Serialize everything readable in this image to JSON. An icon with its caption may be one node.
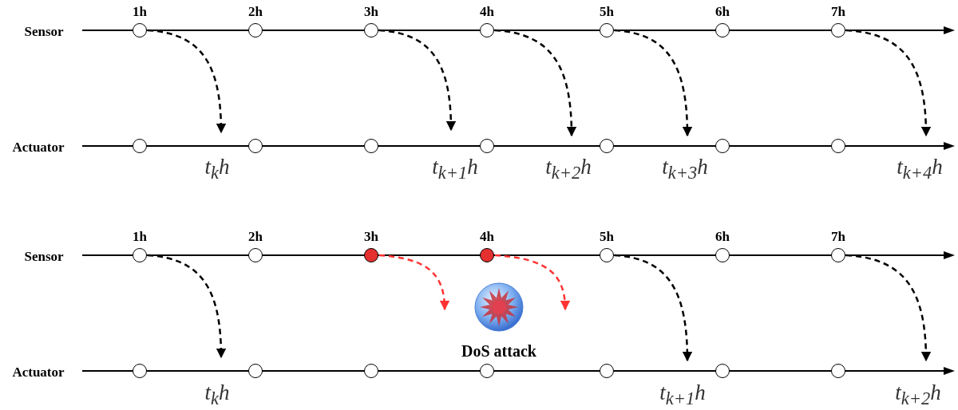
{
  "diagram": {
    "nodes": [
      {
        "text": [],
        "shape": "circle",
        "beside": [
          "1h"
        ]
      },
      {
        "text": [],
        "shape": "circle",
        "beside": [
          "2h"
        ]
      },
      {
        "text": [],
        "shape": "circle",
        "beside": [
          "3h"
        ]
      },
      {
        "text": [],
        "shape": "circle",
        "beside": [
          "4h"
        ]
      },
      {
        "text": [],
        "shape": "circle",
        "beside": [
          "5h"
        ]
      },
      {
        "text": [],
        "shape": "circle",
        "beside": [
          "6h"
        ]
      },
      {
        "text": [],
        "shape": "circle",
        "beside": [
          "7h"
        ]
      },
      {
        "text": [],
        "shape": "circle"
      },
      {
        "text": [],
        "shape": "circle"
      },
      {
        "text": [],
        "shape": "circle"
      },
      {
        "text": [],
        "shape": "circle"
      },
      {
        "text": [],
        "shape": "circle"
      },
      {
        "text": [],
        "shape": "circle"
      },
      {
        "text": [],
        "shape": "circle"
      },
      {
        "text": [],
        "shape": "circle",
        "beside": [
          "1h"
        ]
      },
      {
        "text": [],
        "shape": "circle",
        "beside": [
          "2h"
        ]
      },
      {
        "text": [],
        "shape": "circle",
        "beside": [
          "3h"
        ]
      },
      {
        "text": [],
        "shape": "circle",
        "beside": [
          "4h"
        ]
      },
      {
        "text": [],
        "shape": "circle",
        "beside": [
          "5h"
        ]
      },
      {
        "text": [],
        "shape": "circle",
        "beside": [
          "6h"
        ]
      },
      {
        "text": [],
        "shape": "circle",
        "beside": [
          "7h"
        ]
      },
      {
        "text": [],
        "shape": "circle"
      },
      {
        "text": [],
        "shape": "circle"
      },
      {
        "text": [],
        "shape": "circle"
      },
      {
        "text": [],
        "shape": "circle"
      },
      {
        "text": [],
        "shape": "circle"
      },
      {
        "text": [],
        "shape": "circle"
      },
      {
        "text": [],
        "shape": "circle"
      }
    ],
    "edges": [
      {
        "from": 0,
        "to": null,
        "arrow": "to",
        "style": "dashed"
      },
      {
        "from": 2,
        "to": null,
        "arrow": "to",
        "style": "dashed"
      },
      {
        "from": 3,
        "to": null,
        "arrow": "to",
        "style": "dashed"
      },
      {
        "from": 4,
        "to": null,
        "arrow": "to",
        "style": "dashed"
      },
      {
        "from": 6,
        "to": null,
        "arrow": "to",
        "style": "dashed"
      },
      {
        "from": 14,
        "to": null,
        "arrow": "to",
        "style": "dashed"
      },
      {
        "from": 16,
        "to": null,
        "arrow": "to",
        "style": "dashed",
        "color": "#ff3333"
      },
      {
        "from": 17,
        "to": null,
        "arrow": "to",
        "style": "dashed",
        "color": "#ff3333"
      },
      {
        "from": 18,
        "to": null,
        "arrow": "to",
        "style": "dashed"
      },
      {
        "from": 20,
        "to": null,
        "arrow": "to",
        "style": "dashed"
      }
    ],
    "labels": [
      "Sensor",
      "Actuator",
      "t$_{k}$h",
      "t$_{k+1}$h",
      "t$_{k+2}$h",
      "t$_{k+3}$h",
      "t$_{k+4}$h",
      "Sensor",
      "DoS attack",
      "Actuator",
      "t$_{k}$h",
      "t$_{k+1}$h",
      "t$_{k+2}$h"
    ]
  }
}
